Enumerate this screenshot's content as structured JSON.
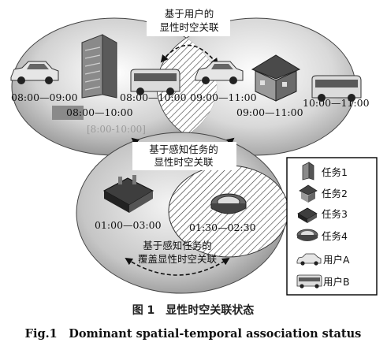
{
  "labels": {
    "user_based": [
      "基于用户的",
      "显性时空关联"
    ],
    "task_based": [
      "基于感知任务的",
      "显性时空关联"
    ],
    "coverage_based": [
      "基于感知任务的",
      "覆盖显性时空关联"
    ]
  },
  "times": {
    "car_left": "08:00—09:00",
    "building_left": "08:00—10:00",
    "bus_left": "08:00—10:00",
    "car_right": "09:00—11:00",
    "house_right": "09:00—11:00",
    "bus_right": "10:00—11:00",
    "ghost": "[8:00-10:00]",
    "map_bottom": "01:00—03:00",
    "stadium_bottom": "01:30—02:30"
  },
  "legend": [
    {
      "icon": "building-icon",
      "label": "任务1"
    },
    {
      "icon": "house-icon",
      "label": "任务2"
    },
    {
      "icon": "map-icon",
      "label": "任务3"
    },
    {
      "icon": "stadium-icon",
      "label": "任务4"
    },
    {
      "icon": "car-icon",
      "label": "用户A"
    },
    {
      "icon": "bus-icon",
      "label": "用户B"
    }
  ],
  "caption": {
    "cn": "图 1　显性时空关联状态",
    "en": "Fig.1　Dominant spatial-temporal association status"
  }
}
